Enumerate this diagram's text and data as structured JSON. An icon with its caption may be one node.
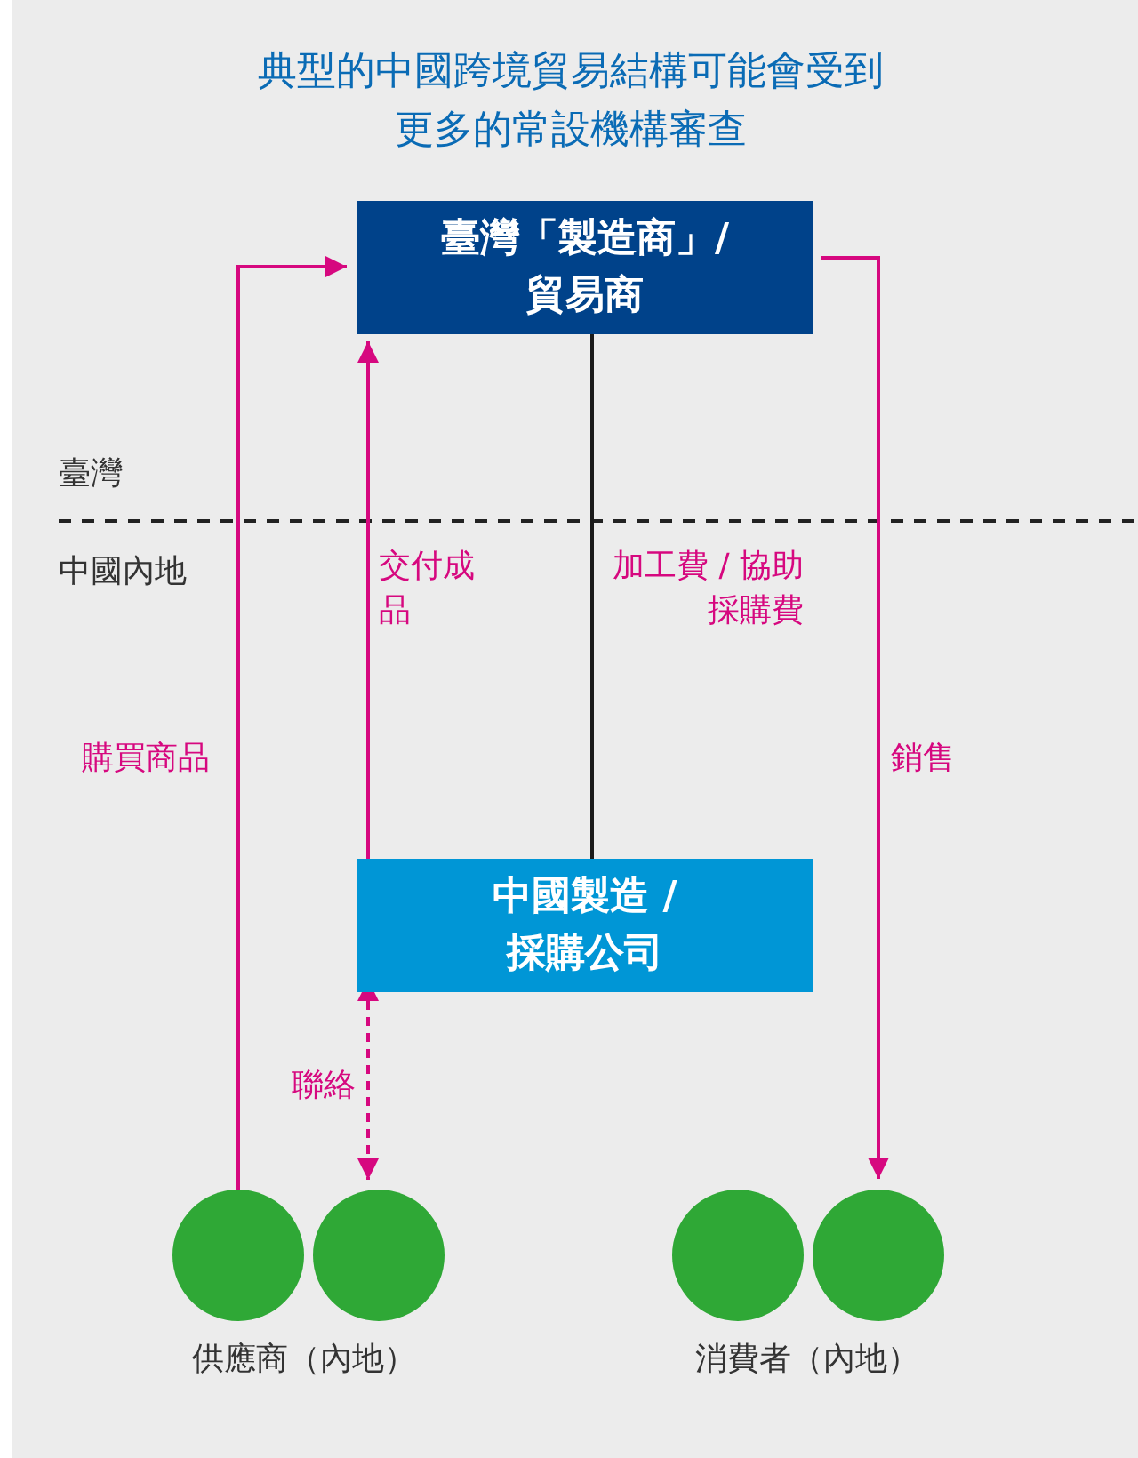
{
  "diagram": {
    "title": "典型的中國跨境貿易結構可能會受到更多的常設機構審查",
    "nodes": [
      {
        "text": [
          "臺灣「製造商」/ 貿易商"
        ]
      },
      {
        "text": [
          "中國製造 / 採購公司"
        ]
      },
      {
        "text": [],
        "shape": "circle"
      },
      {
        "text": [],
        "shape": "circle"
      },
      {
        "text": [],
        "shape": "circle"
      },
      {
        "text": [],
        "shape": "circle"
      }
    ],
    "edges": [
      {
        "from": 2,
        "to": 0,
        "arrow": "to",
        "label": "購買商品"
      },
      {
        "from": 1,
        "to": 0,
        "arrow": "to",
        "label": "交付成品"
      },
      {
        "from": 0,
        "to": 1,
        "arrow": "none",
        "label": "加工費 / 協助採購費",
        "color": "#1a1a1a"
      },
      {
        "from": 0,
        "to": 5,
        "arrow": "to",
        "label": "銷售"
      },
      {
        "from": 1,
        "to": 3,
        "arrow": "both",
        "label": "聯絡",
        "style": "dashed"
      }
    ],
    "labels": [
      "臺灣",
      "中國內地",
      "供應商（內地）",
      "消費者（內地）"
    ]
  }
}
